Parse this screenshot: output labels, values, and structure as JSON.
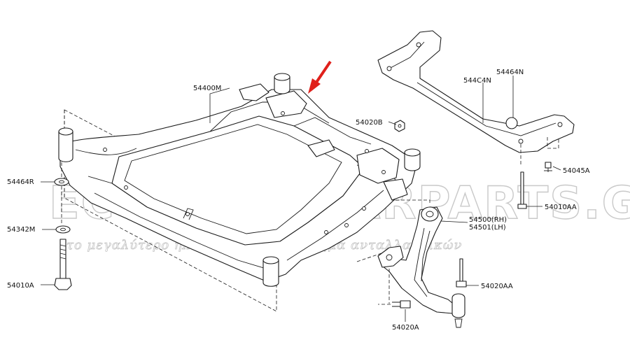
{
  "watermark": {
    "brand": "ECONOMYCARPARTS.GR",
    "tagline": "το μεγαλύτερο ηλεκτρονικό κατάστημα ανταλλακτικών"
  },
  "labels": {
    "p54400M": "54400M",
    "p54464N": "54464N",
    "p544C4N": "544C4N",
    "p54020B": "54020B",
    "p54045A": "54045A",
    "p54464R": "54464R",
    "p54010AA": "54010AA",
    "p54342M": "54342M",
    "p54500": "54500(RH)",
    "p54501": "54501(LH)",
    "p54010A": "54010A",
    "p54020AA": "54020AA",
    "p54020A": "54020A"
  },
  "colors": {
    "highlight_arrow": "#e0201b",
    "line": "#1a1a1a",
    "watermark": "#c9c9c9"
  }
}
